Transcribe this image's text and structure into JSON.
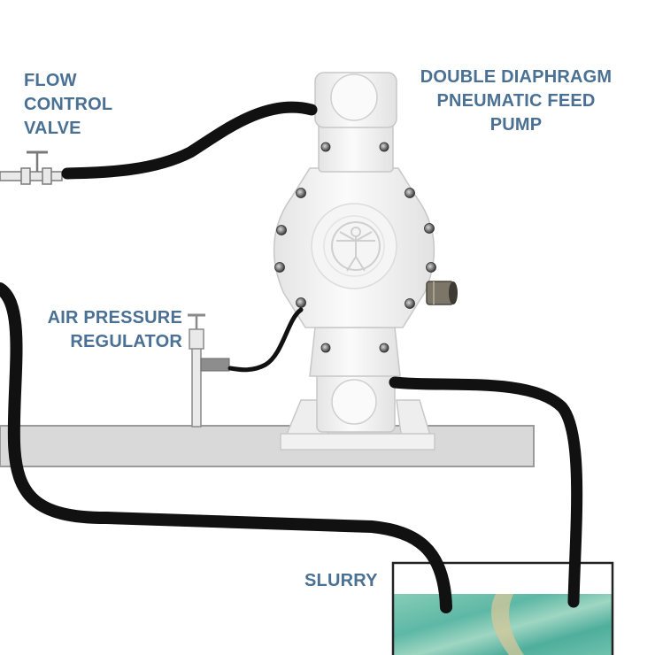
{
  "labels": {
    "flow_control_valve": [
      "FLOW",
      "CONTROL",
      "VALVE"
    ],
    "pump": [
      "DOUBLE DIAPHRAGM",
      "PNEUMATIC FEED",
      "PUMP"
    ],
    "air_pressure_regulator": [
      "AIR PRESSURE",
      "REGULATOR"
    ],
    "slurry": "SLURRY"
  },
  "colors": {
    "label_text": "#4a7094",
    "hose": "#111111",
    "pump_body": "#f6f6f6",
    "base_platform": "#d9d9d9",
    "slurry_liquid": "#5fb9a6"
  },
  "icons": [
    "flow-control-valve-icon",
    "air-pressure-regulator-icon",
    "vitruvian-man-logo-icon",
    "pump-bolt-icon"
  ]
}
